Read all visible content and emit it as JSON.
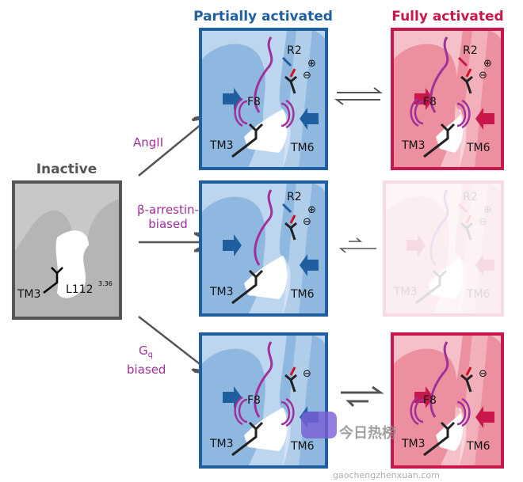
{
  "headers": {
    "inactive": "Inactive",
    "partial": "Partially activated",
    "full": "Fully activated"
  },
  "ligands": {
    "angii": "AngII",
    "barr_line1": "β-arrestin-",
    "barr_line2": "biased",
    "gq_main": "G",
    "gq_sub": "q",
    "gq_line2": "biased"
  },
  "residue_labels": {
    "tm3": "TM3",
    "tm6": "TM6",
    "r2": "R2",
    "f8": "F8",
    "l112": "L112",
    "l112_sup": "3.36",
    "plus": "⊕",
    "minus": "⊖"
  },
  "watermark": {
    "title": "今日热榜",
    "url": "gaochengzhenxuan.com"
  },
  "colors": {
    "blue": "#1f5fa0",
    "blue_fill": "#8fb8e0",
    "red": "#c8174a",
    "red_fill": "#ec8f9e",
    "magenta": "#a0309a",
    "gray": "#555555"
  }
}
